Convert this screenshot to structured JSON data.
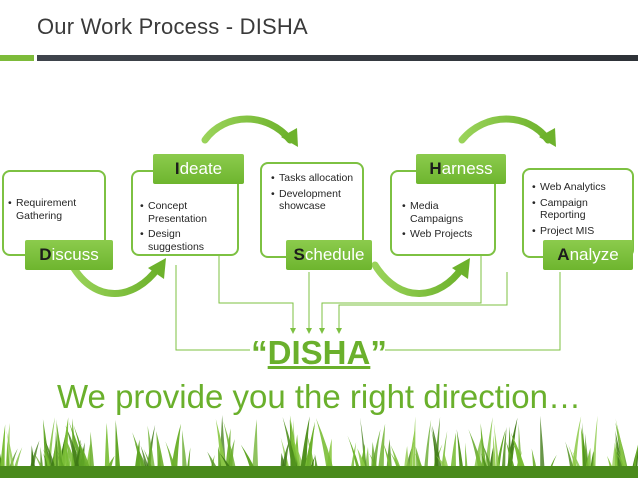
{
  "slide": {
    "title": "Our Work Process - DISHA"
  },
  "steps": [
    {
      "id": "discuss",
      "label_first": "D",
      "label_rest": "iscuss",
      "bullets": [
        "Requirement Gathering"
      ]
    },
    {
      "id": "ideate",
      "label_first": "I",
      "label_rest": "deate",
      "bullets": [
        "Concept Presentation",
        "Design suggestions"
      ]
    },
    {
      "id": "schedule",
      "label_first": "S",
      "label_rest": "chedule",
      "bullets": [
        "Tasks allocation",
        "Development showcase"
      ]
    },
    {
      "id": "harness",
      "label_first": "H",
      "label_rest": "arness",
      "bullets": [
        "Media Campaigns",
        "Web Projects"
      ]
    },
    {
      "id": "analyze",
      "label_first": "A",
      "label_rest": "nalyze",
      "bullets": [
        "Web Analytics",
        "Campaign Reporting",
        "Project MIS"
      ]
    }
  ],
  "center": {
    "open_quote": "“",
    "acronym": "DISHA",
    "close_quote": "”",
    "tagline": "We provide you the right direction…"
  },
  "colors": {
    "accent_green": "#7dc142",
    "text_green": "#6ab02c",
    "title_bar": "#3f444c"
  }
}
